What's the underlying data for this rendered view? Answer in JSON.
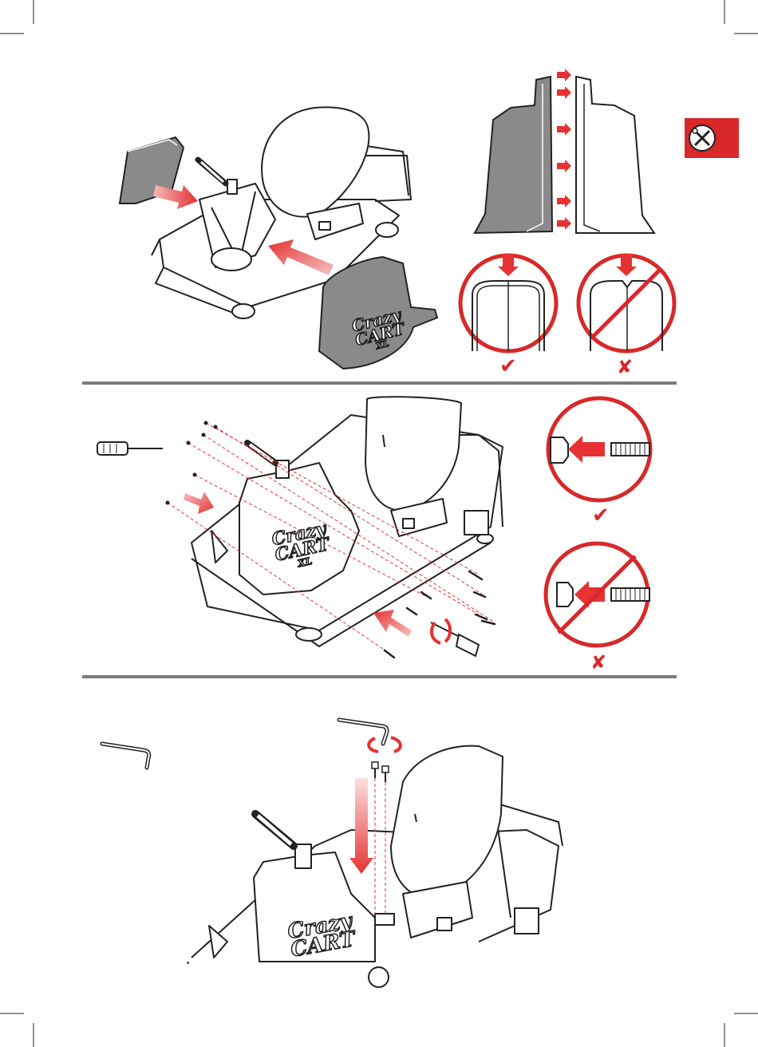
{
  "logo": {
    "line1": "Crazy",
    "line2": "CART",
    "line3": "XL"
  },
  "marks": {
    "correct": "✔",
    "incorrect": "✘"
  },
  "page_number": "",
  "icons": {
    "section_tab": "tools-icon",
    "screwdriver": "screwdriver-icon",
    "allen_key": "allen-key-icon",
    "rotate_arrow": "rotate-arrow-icon"
  },
  "colors": {
    "accent": "#d8282a",
    "divider": "#7c7c7c",
    "line_art": "#222222",
    "panel_gray": "#8a8a8a"
  }
}
